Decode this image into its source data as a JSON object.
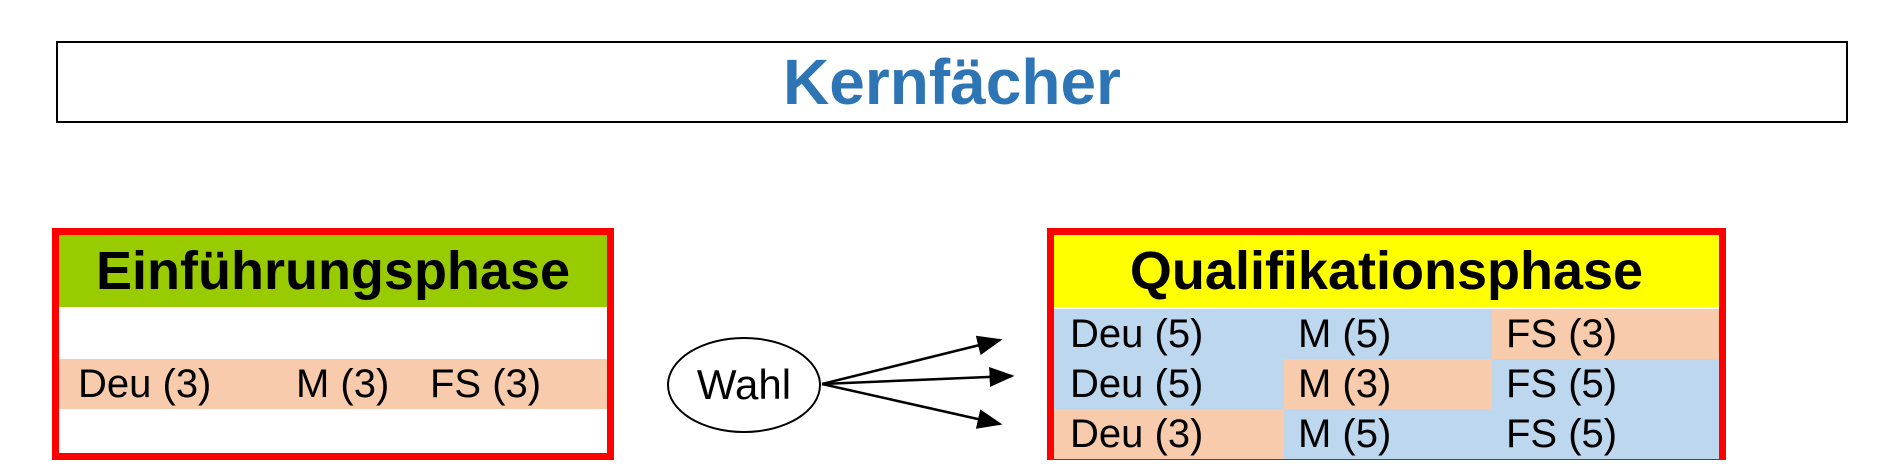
{
  "title": "Kernfächer",
  "einfuehrungsphase": {
    "header": "Einführungsphase",
    "subjects": [
      "Deu (3)",
      "M (3)",
      "FS (3)"
    ]
  },
  "wahl_label": "Wahl",
  "qualifikationsphase": {
    "header": "Qualifikationsphase",
    "rows": [
      [
        "Deu (5)",
        "M (5)",
        "FS (3)"
      ],
      [
        "Deu (5)",
        "M (3)",
        "FS (5)"
      ],
      [
        "Deu (3)",
        "M (5)",
        "FS (5)"
      ]
    ]
  },
  "colors": {
    "title": "#2e75b6",
    "frame": "#ff0000",
    "einfuehrung_header": "#99cc00",
    "qualifikation_header": "#ffff00",
    "basic_course": "#f8cbad",
    "advanced_course": "#bdd7ee"
  }
}
